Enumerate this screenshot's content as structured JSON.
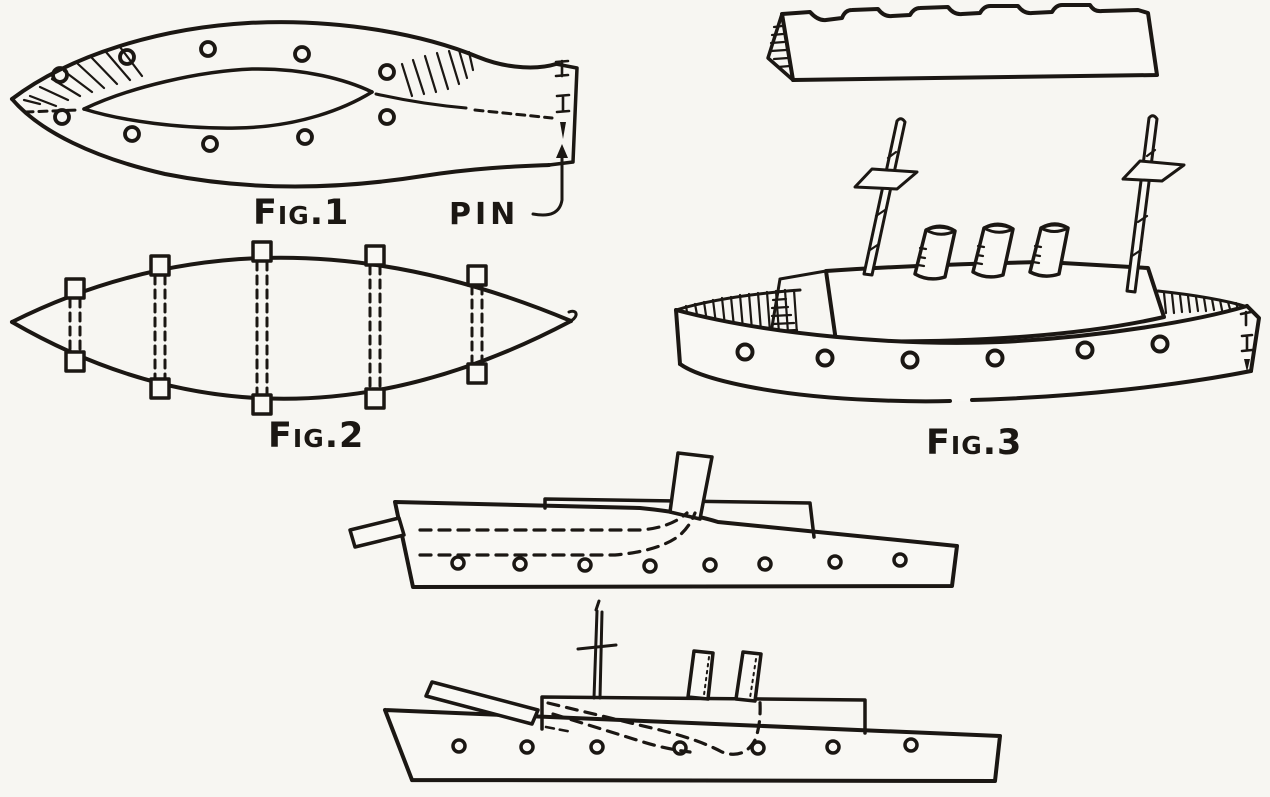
{
  "page": {
    "background_color": "#f7f6f2",
    "ink_color": "#1b1713",
    "description_visible_text_only": true
  },
  "figures": {
    "fig1": {
      "caption": "Fig.1"
    },
    "fig2": {
      "caption": "Fig.2"
    },
    "fig3": {
      "caption": "Fig.3"
    }
  },
  "annotations": {
    "pin_label": "PIN"
  }
}
